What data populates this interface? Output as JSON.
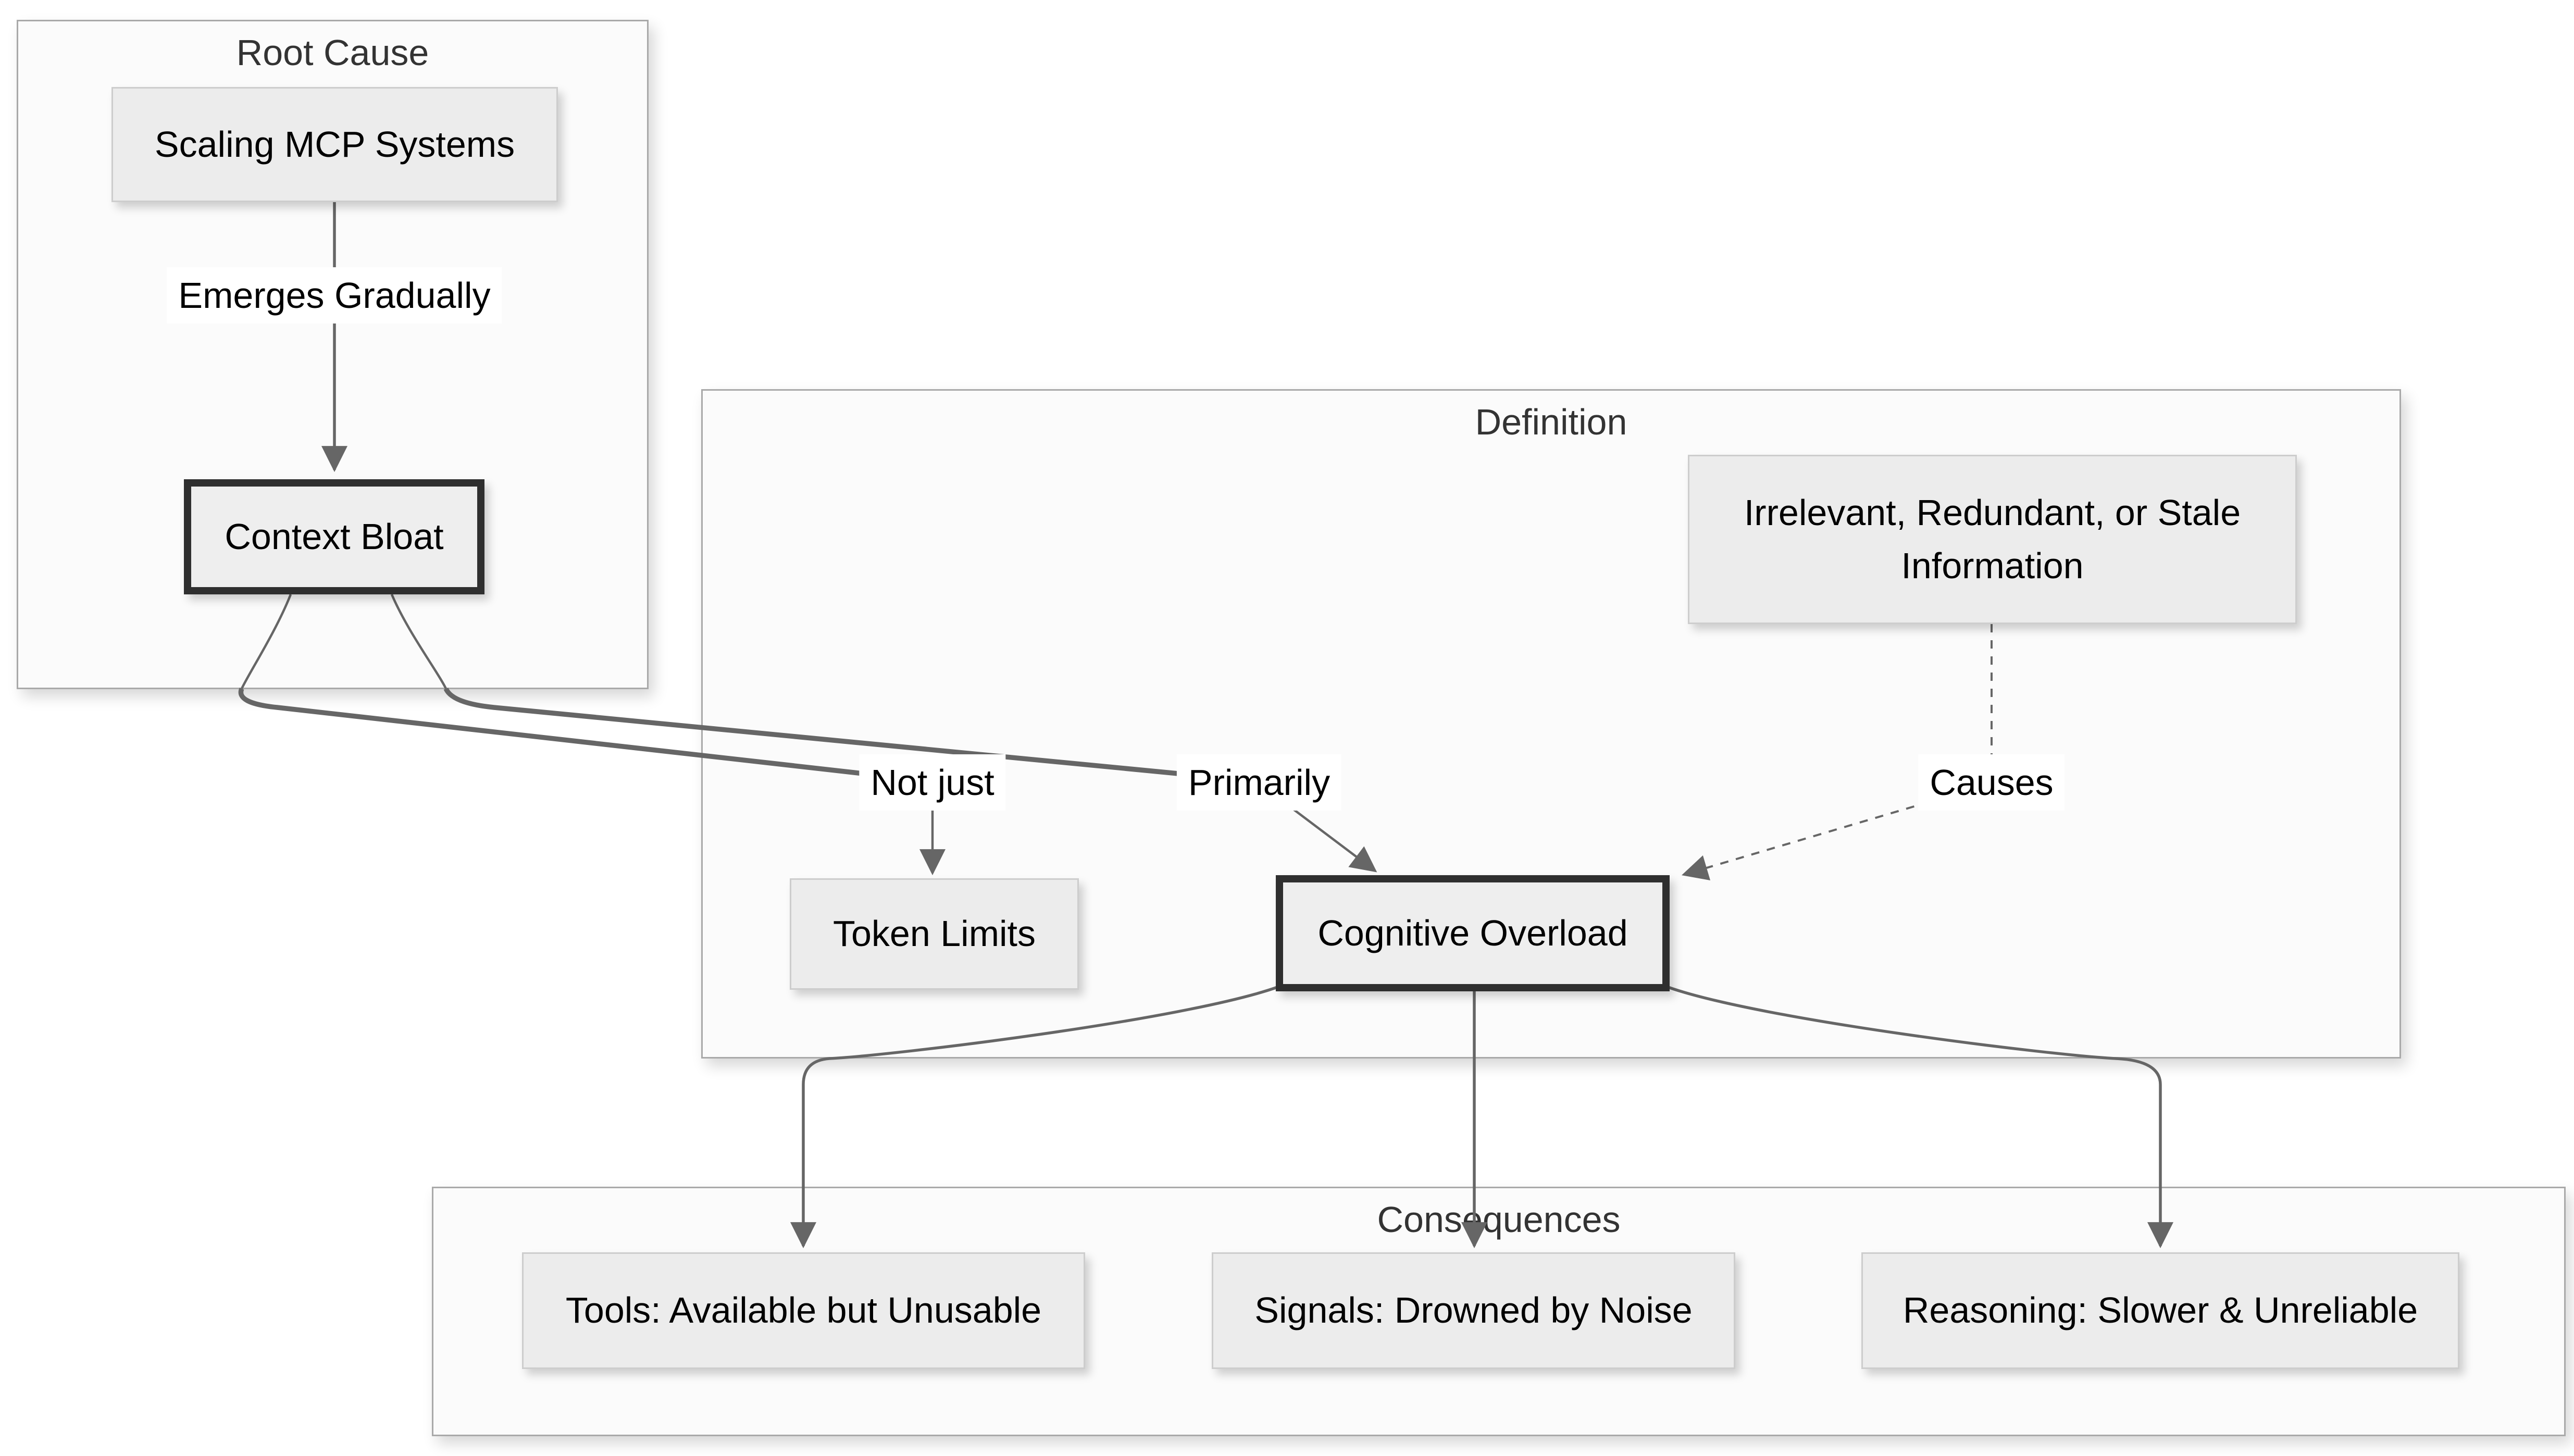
{
  "diagram_type": "flowchart",
  "colors": {
    "background": "#ffffff",
    "container_fill": "#fbfbfb",
    "container_border": "#a9a9a9",
    "node_fill": "#ececec",
    "node_border": "#cdcdcd",
    "emphasis_border": "#2f2f2f",
    "edge": "#666666",
    "title_text": "#333333",
    "node_text": "#000000",
    "edge_label_bg": "#ffffff"
  },
  "containers": {
    "root_cause": {
      "title": "Root Cause"
    },
    "definition": {
      "title": "Definition"
    },
    "consequences": {
      "title": "Consequences"
    }
  },
  "nodes": {
    "scaling": {
      "label": "Scaling MCP Systems",
      "emphasis": false
    },
    "context_bloat": {
      "label": "Context Bloat",
      "emphasis": true
    },
    "irrelevant": {
      "label": "Irrelevant, Redundant, or Stale\nInformation",
      "emphasis": false
    },
    "token_limits": {
      "label": "Token Limits",
      "emphasis": false
    },
    "cognitive_overload": {
      "label": "Cognitive Overload",
      "emphasis": true
    },
    "tools": {
      "label": "Tools: Available but Unusable",
      "emphasis": false
    },
    "signals": {
      "label": "Signals: Drowned by Noise",
      "emphasis": false
    },
    "reasoning": {
      "label": "Reasoning: Slower & Unreliable",
      "emphasis": false
    }
  },
  "edge_labels": {
    "emerges": {
      "text": "Emerges Gradually"
    },
    "not_just": {
      "text": "Not just"
    },
    "primarily": {
      "text": "Primarily"
    },
    "causes": {
      "text": "Causes"
    }
  },
  "edges": [
    {
      "from": "Scaling MCP Systems",
      "to": "Context Bloat",
      "label": "Emerges Gradually",
      "style": "solid"
    },
    {
      "from": "Context Bloat",
      "to": "Token Limits",
      "label": "Not just",
      "style": "thick"
    },
    {
      "from": "Context Bloat",
      "to": "Cognitive Overload",
      "label": "Primarily",
      "style": "thick"
    },
    {
      "from": "Irrelevant, Redundant, or Stale Information",
      "to": "Cognitive Overload",
      "label": "Causes",
      "style": "dotted"
    },
    {
      "from": "Cognitive Overload",
      "to": "Tools: Available but Unusable",
      "label": "",
      "style": "solid"
    },
    {
      "from": "Cognitive Overload",
      "to": "Signals: Drowned by Noise",
      "label": "",
      "style": "solid"
    },
    {
      "from": "Cognitive Overload",
      "to": "Reasoning: Slower & Unreliable",
      "label": "",
      "style": "solid"
    }
  ]
}
